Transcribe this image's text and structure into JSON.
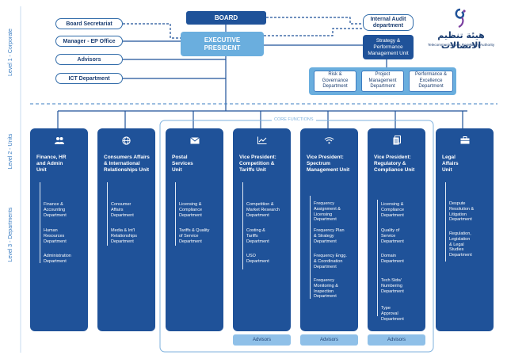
{
  "levels": {
    "l1": "Level 1 - Corporate",
    "l2": "Level 2 - Units",
    "l3": "Level 3 - Departments"
  },
  "board": "BOARD",
  "executive_president": "EXECUTIVE\nPRESIDENT",
  "left_offices": [
    "Board Secretariat",
    "Manager - EP Office",
    "Advisors",
    "ICT Department"
  ],
  "internal_audit": "Internal Audit\ndepartment",
  "strategy": "Strategy &\nPerformance\nManagement Unit",
  "strategy_depts": [
    "Risk &\nGovernance\nDepartment",
    "Project\nManagement\nDepartment",
    "Performance &\nExcellence\nDepartment"
  ],
  "core_functions": "CORE FUNCTIONS",
  "logo": {
    "arabic": "هيئة تنظيم الاتصالات",
    "english": "Telecommunications Regulatory Authority"
  },
  "units": [
    {
      "icon": "people-icon",
      "glyph": "👥",
      "title": "Finance, HR\nand Admin\nUnit",
      "depts": [
        "Finance &\nAccounting\nDepartment",
        "Human\nResources\nDepartment",
        "Administration\nDepartment"
      ],
      "advisors": ""
    },
    {
      "icon": "globe-icon",
      "glyph": "◍",
      "title": "Consumers Affairs\n& International\nRelationships Unit",
      "depts": [
        "Consumer\nAffairs\nDepartment",
        "Media & Int'l\nRelationships\nDepartment"
      ],
      "advisors": ""
    },
    {
      "icon": "envelope-icon",
      "glyph": "✉",
      "title": "Postal\nServices\nUnit",
      "depts": [
        "Licensing &\nCompliance\nDepartment",
        "Tariffs & Quality\nof Service\nDepartment"
      ],
      "advisors": ""
    },
    {
      "icon": "chart-icon",
      "glyph": "📈",
      "title": "Vice President:\nCompetition &\nTariffs Unit",
      "depts": [
        "Competition &\nMarket Research\nDepartment",
        "Costing &\nTariffs\nDepartment",
        "USO\nDepartment"
      ],
      "advisors": "Advisors"
    },
    {
      "icon": "wifi-icon",
      "glyph": "📶",
      "title": "Vice President:\nSpectrum\nManagement Unit",
      "depts": [
        "Frequency\nAssignment &\nLicensing\nDepartment",
        "Frequency Plan\n& Strategy\nDepartment",
        "Frequency Engg.\n& Coordination\nDepartment",
        "Frequency\nMonitoring &\nInspection\nDepartment"
      ],
      "advisors": "Advisors"
    },
    {
      "icon": "document-icon",
      "glyph": "🗐",
      "title": "Vice President:\nRegulatory &\nCompliance Unit",
      "depts": [
        "Licensing &\nCompliance\nDepartment",
        "Quality of\nService\nDepartment",
        "Domain\nDepartment",
        "Tech Stds/\nNumbering\nDepartment",
        "Type\nApproval\nDepartment"
      ],
      "advisors": "Advisors"
    },
    {
      "icon": "briefcase-icon",
      "glyph": "💼",
      "title": "Legal\nAffairs\nUnit",
      "depts": [
        "Despute\nResolution &\nLitigation\nDepartment",
        "Regulation,\nLegislation\n& Legal\nStudies\nDepartment"
      ],
      "advisors": ""
    }
  ],
  "colors": {
    "dark_blue": "#1f5299",
    "light_blue": "#6aaede",
    "advisor_blue": "#8fc0e8"
  }
}
